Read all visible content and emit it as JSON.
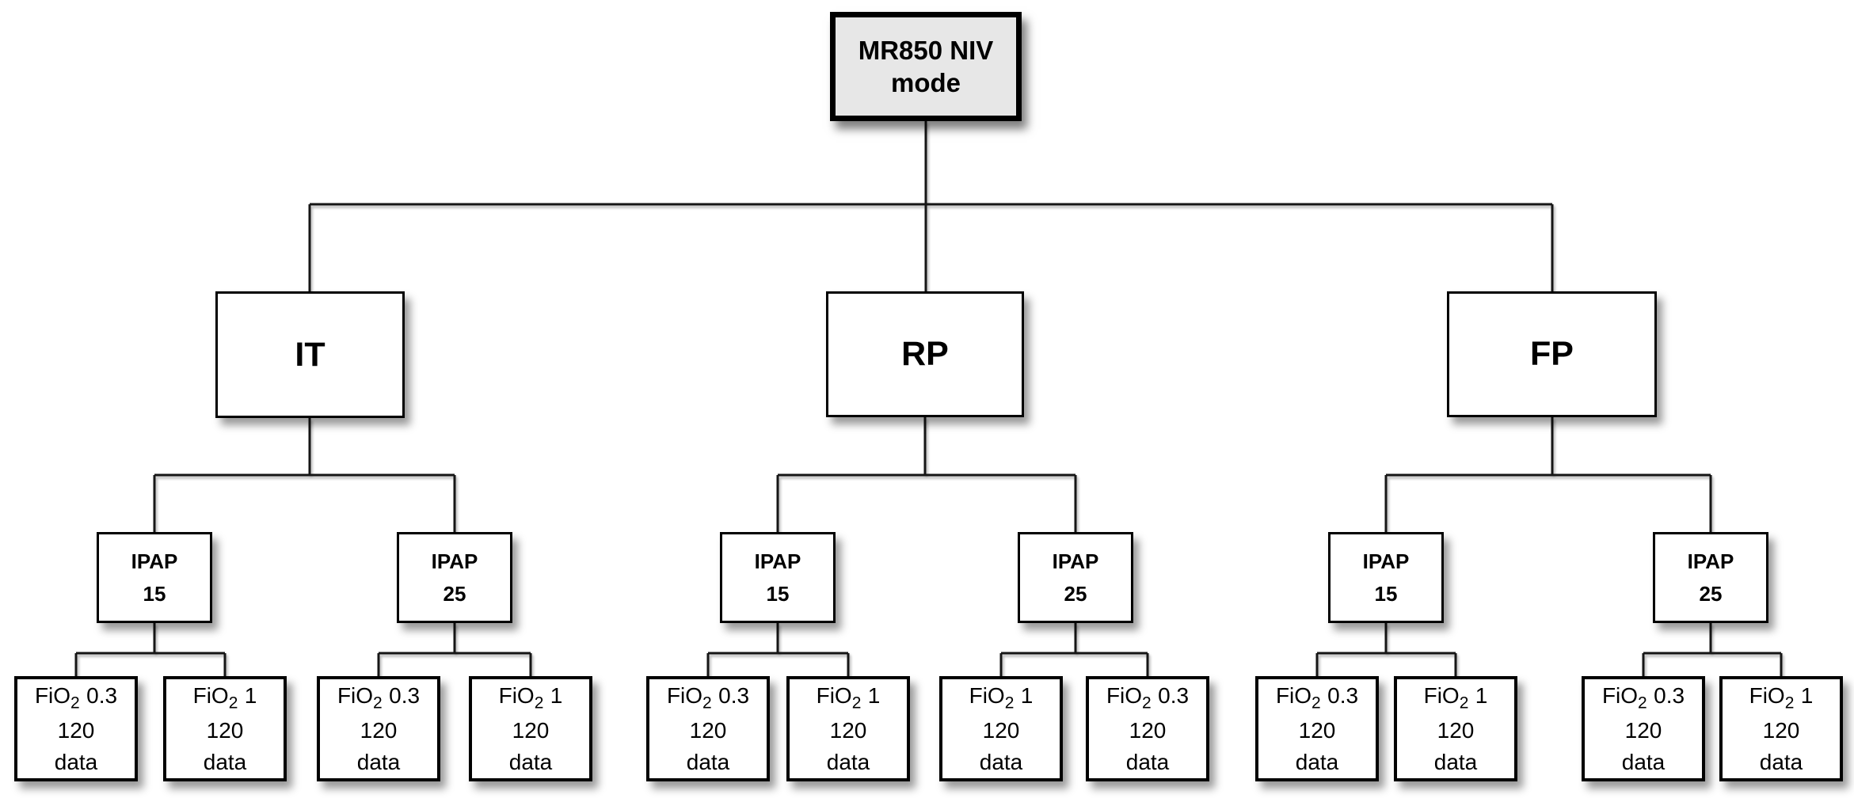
{
  "colors": {
    "background": "#ffffff",
    "box_fill": "#ffffff",
    "root_fill": "#e7e7e7",
    "box_border": "#000000",
    "connector": "#141414",
    "text": "#000000"
  },
  "root": {
    "line1": "MR850 NIV",
    "line2": "mode"
  },
  "branches": [
    {
      "label": "IT",
      "ipap_nodes": [
        {
          "line1": "IPAP",
          "line2": "15",
          "leaves": [
            {
              "gas": "FiO",
              "sub": "2",
              "value": "0.3",
              "count": "120",
              "word": "data"
            },
            {
              "gas": "FiO",
              "sub": "2",
              "value": "1",
              "count": "120",
              "word": "data"
            }
          ]
        },
        {
          "line1": "IPAP",
          "line2": "25",
          "leaves": [
            {
              "gas": "FiO",
              "sub": "2",
              "value": "0.3",
              "count": "120",
              "word": "data"
            },
            {
              "gas": "FiO",
              "sub": "2",
              "value": "1",
              "count": "120",
              "word": "data"
            }
          ]
        }
      ]
    },
    {
      "label": "RP",
      "ipap_nodes": [
        {
          "line1": "IPAP",
          "line2": "15",
          "leaves": [
            {
              "gas": "FiO",
              "sub": "2",
              "value": "0.3",
              "count": "120",
              "word": "data"
            },
            {
              "gas": "FiO",
              "sub": "2",
              "value": "1",
              "count": "120",
              "word": "data"
            }
          ]
        },
        {
          "line1": "IPAP",
          "line2": "25",
          "leaves": [
            {
              "gas": "FiO",
              "sub": "2",
              "value": "1",
              "count": "120",
              "word": "data"
            },
            {
              "gas": "FiO",
              "sub": "2",
              "value": "0.3",
              "count": "120",
              "word": "data"
            }
          ]
        }
      ]
    },
    {
      "label": "FP",
      "ipap_nodes": [
        {
          "line1": "IPAP",
          "line2": "15",
          "leaves": [
            {
              "gas": "FiO",
              "sub": "2",
              "value": "0.3",
              "count": "120",
              "word": "data"
            },
            {
              "gas": "FiO",
              "sub": "2",
              "value": "1",
              "count": "120",
              "word": "data"
            }
          ]
        },
        {
          "line1": "IPAP",
          "line2": "25",
          "leaves": [
            {
              "gas": "FiO",
              "sub": "2",
              "value": "0.3",
              "count": "120",
              "word": "data"
            },
            {
              "gas": "FiO",
              "sub": "2",
              "value": "1",
              "count": "120",
              "word": "data"
            }
          ]
        }
      ]
    }
  ]
}
